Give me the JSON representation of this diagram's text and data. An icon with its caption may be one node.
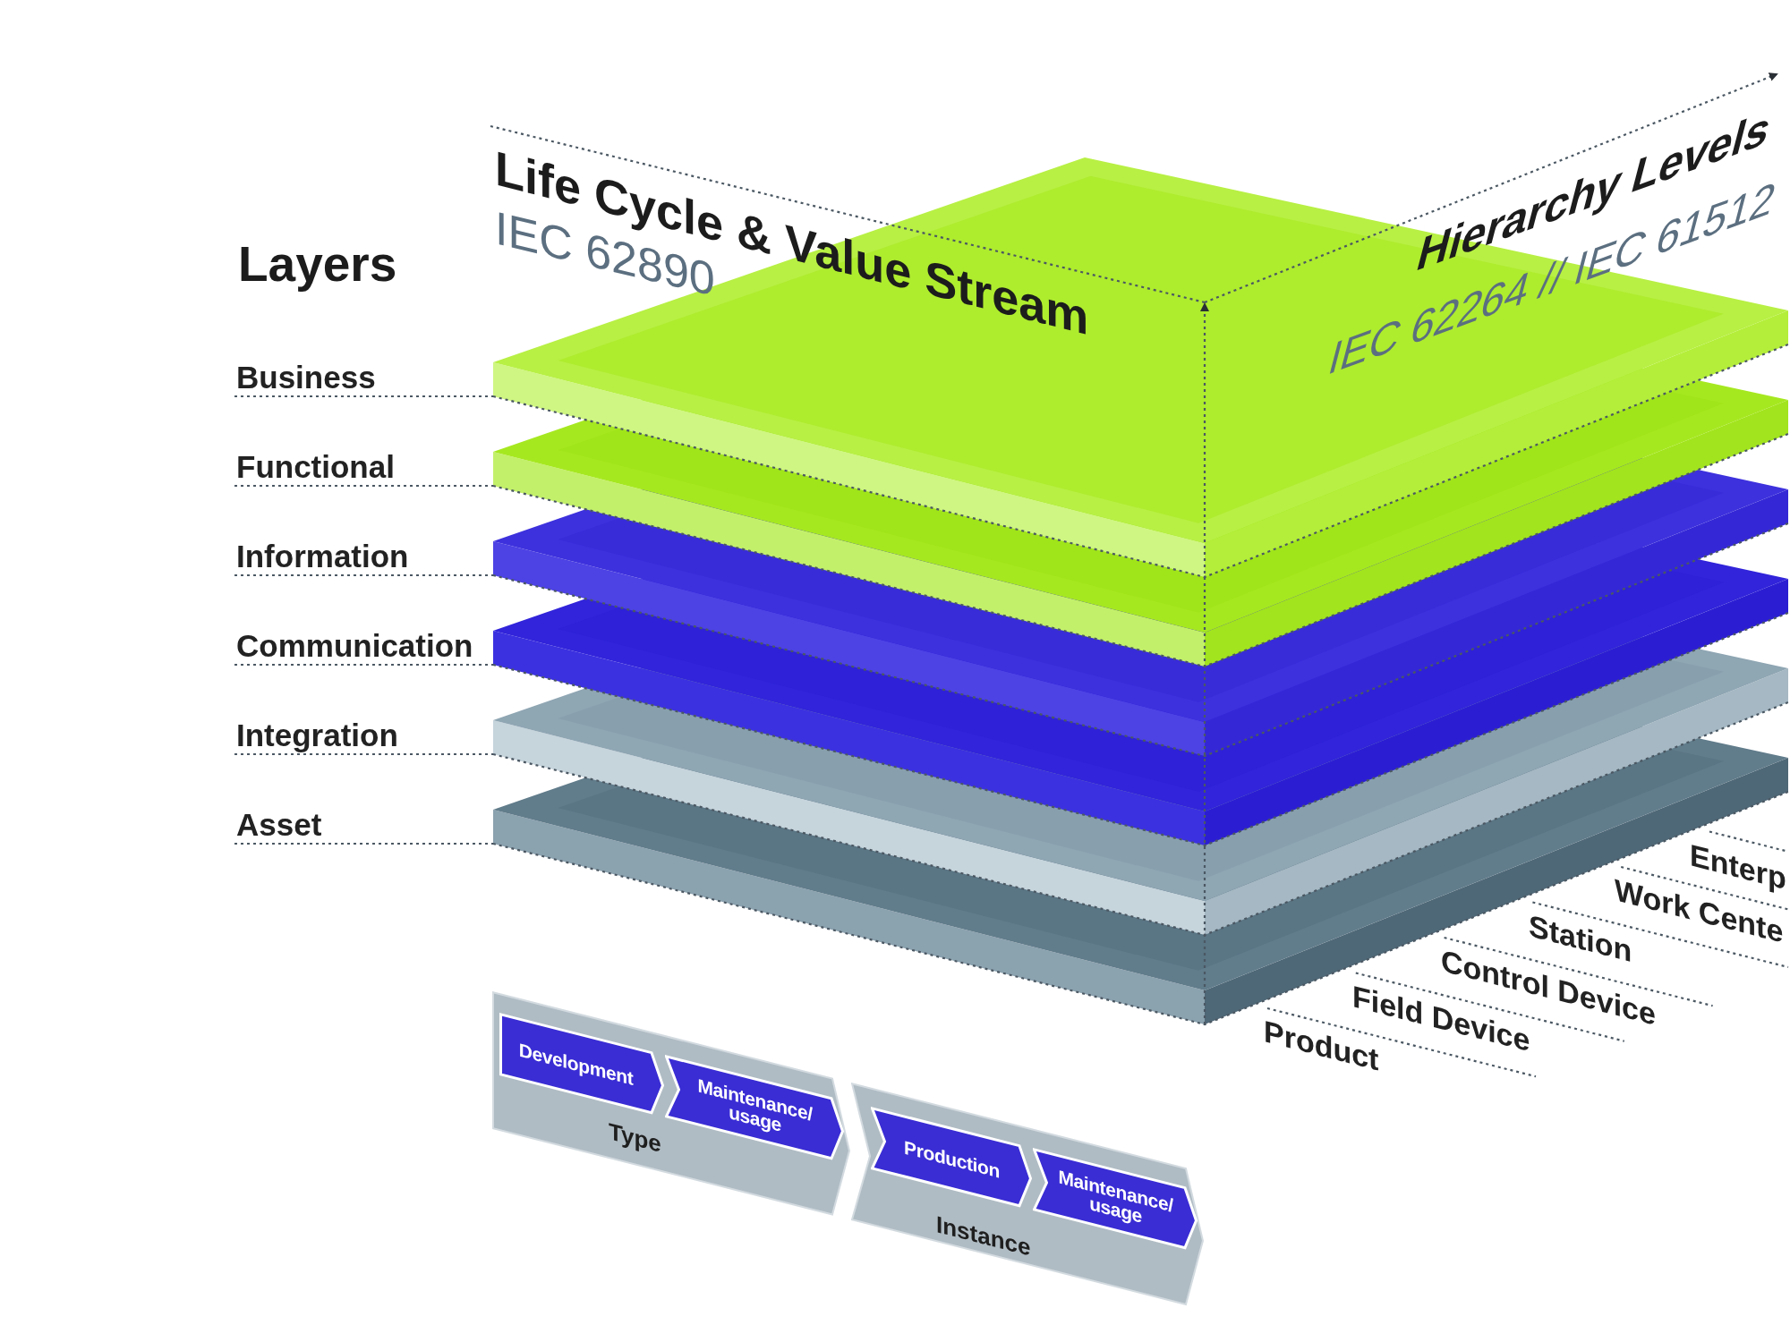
{
  "diagram": {
    "nodes": [
      {
        "text": [
          "Type"
        ]
      },
      {
        "text": [
          "Development"
        ],
        "in": 0
      },
      {
        "text": [
          "Maintenance/ usage"
        ],
        "in": 0
      },
      {
        "text": [
          "Instance"
        ]
      },
      {
        "text": [
          "Production"
        ],
        "in": 3
      },
      {
        "text": [
          "Maintenance/ usage"
        ],
        "in": 3
      }
    ],
    "labels": [
      "Life Cycle & Value Stream",
      "IEC 62890",
      "Hierarchy Levels",
      "IEC 62264 // IEC 61512",
      "Layers",
      "Business",
      "Functional",
      "Information",
      "Communication",
      "Integration",
      "Asset",
      "Enterp",
      "Work Cente",
      "Station",
      "Control Device",
      "Field Device",
      "Product"
    ]
  }
}
